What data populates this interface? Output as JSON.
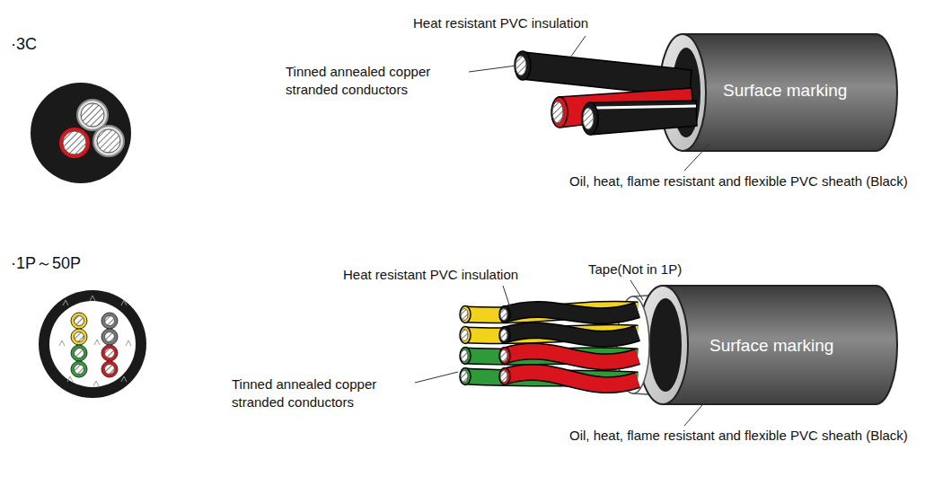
{
  "diagram": {
    "labels": [
      "·3C",
      "Heat resistant PVC insulation",
      "Tinned annealed copper stranded conductors",
      "Surface marking",
      "Oil, heat, flame resistant and flexible PVC sheath (Black)",
      "·1P～50P",
      "Heat resistant PVC insulation",
      "Tape(Not in 1P)",
      "Tinned annealed copper stranded conductors",
      "Surface marking",
      "Oil, heat, flame resistant and flexible PVC sheath (Black)"
    ]
  }
}
